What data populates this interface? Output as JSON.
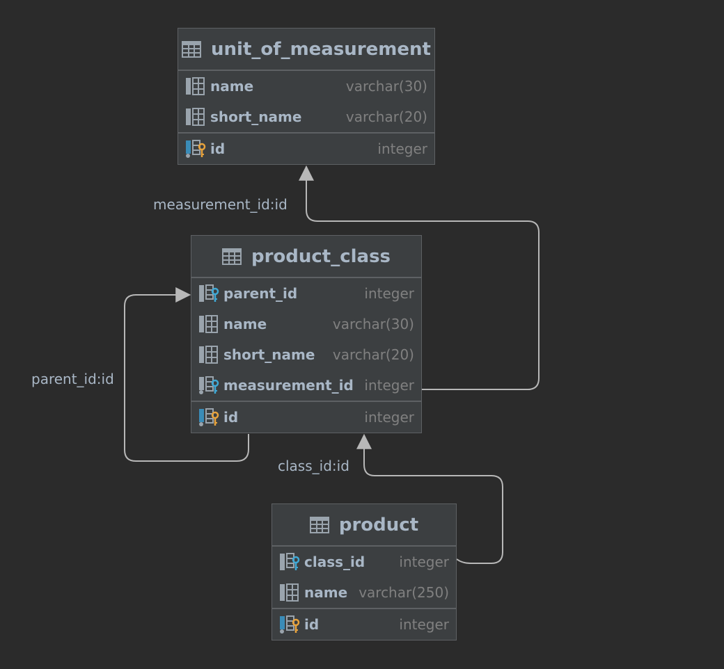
{
  "colors": {
    "background": "#2b2b2b",
    "table_fill": "#3c3f41",
    "border": "#5e6164",
    "text": "#a9b7c6",
    "type_text": "#808080",
    "fk_key": "#3fa9d6",
    "pk_key": "#e8a33c",
    "edge": "#b8b8b8"
  },
  "tables": {
    "unit_of_measurement": {
      "title": "unit_of_measurement",
      "columns": [
        {
          "name": "name",
          "type": "varchar(30)",
          "icon": "column-icon"
        },
        {
          "name": "short_name",
          "type": "varchar(20)",
          "icon": "column-icon"
        }
      ],
      "keys": [
        {
          "name": "id",
          "type": "integer",
          "icon": "primary-key-icon"
        }
      ]
    },
    "product_class": {
      "title": "product_class",
      "columns": [
        {
          "name": "parent_id",
          "type": "integer",
          "icon": "foreign-key-icon"
        },
        {
          "name": "name",
          "type": "varchar(30)",
          "icon": "column-icon"
        },
        {
          "name": "short_name",
          "type": "varchar(20)",
          "icon": "column-icon"
        },
        {
          "name": "measurement_id",
          "type": "integer",
          "icon": "indexed-foreign-key-icon"
        }
      ],
      "keys": [
        {
          "name": "id",
          "type": "integer",
          "icon": "primary-key-icon"
        }
      ]
    },
    "product": {
      "title": "product",
      "columns": [
        {
          "name": "class_id",
          "type": "integer",
          "icon": "foreign-key-icon"
        },
        {
          "name": "name",
          "type": "varchar(250)",
          "icon": "column-icon"
        }
      ],
      "keys": [
        {
          "name": "id",
          "type": "integer",
          "icon": "primary-key-icon"
        }
      ]
    }
  },
  "relations": {
    "measurement": {
      "label": "measurement_id:id",
      "from": "product_class.measurement_id",
      "to": "unit_of_measurement.id"
    },
    "parent": {
      "label": "parent_id:id",
      "from": "product_class.parent_id",
      "to": "product_class.id"
    },
    "class": {
      "label": "class_id:id",
      "from": "product.class_id",
      "to": "product_class.id"
    }
  }
}
